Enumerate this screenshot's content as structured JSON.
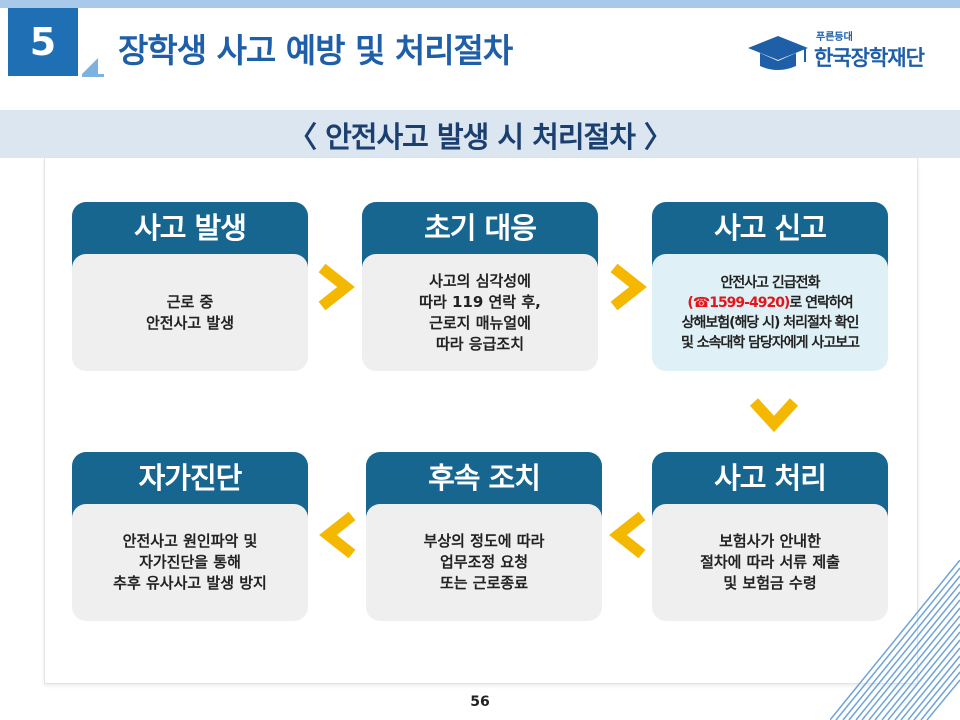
{
  "header": {
    "section_number": "5",
    "title": "장학생 사고 예방 및 처리절차",
    "logo_sub": "푸른등대",
    "logo_main": "한국장학재단"
  },
  "subtitle": "〈 안전사고 발생 시 처리절차 〉",
  "steps": [
    {
      "title": "사고 발생",
      "lines": [
        "근로 중",
        "안전사고 발생"
      ]
    },
    {
      "title": "초기 대응",
      "lines": [
        "사고의 심각성에",
        "따라 119 연락 후,",
        "근로지 매뉴얼에",
        "따라 응급조치"
      ]
    },
    {
      "title": "사고 신고",
      "line1": "안전사고 긴급전화",
      "phone": "(☎1599-4920)",
      "line2_rest": "로 연락하여",
      "line3": "상해보험(해당 시) 처리절차 확인",
      "line4": "및 소속대학 담당자에게 사고보고"
    },
    {
      "title": "사고 처리",
      "lines": [
        "보험사가 안내한",
        "절차에 따라 서류 제출",
        "및 보험금 수령"
      ]
    },
    {
      "title": "후속 조치",
      "lines": [
        "부상의 정도에 따라",
        "업무조정 요청",
        "또는 근로종료"
      ]
    },
    {
      "title": "자가진단",
      "lines": [
        "안전사고 원인파악 및",
        "자가진단을 통해",
        "추후 유사사고 발생 방지"
      ]
    }
  ],
  "colors": {
    "header_blue": "#1f6fb5",
    "card_head": "#176690",
    "arrow": "#f5b800",
    "phone_red": "#e0161b"
  },
  "page_number": "56"
}
